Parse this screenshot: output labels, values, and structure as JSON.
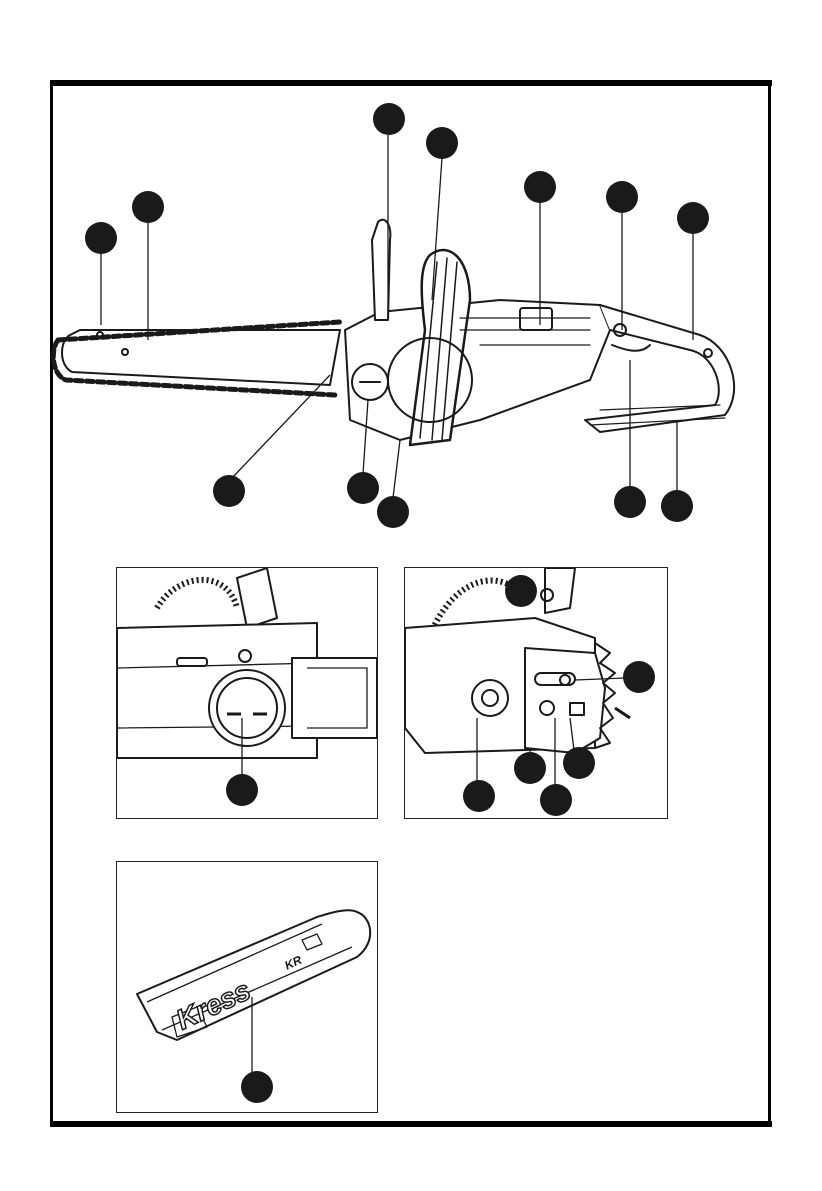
{
  "document": {
    "type": "line-art illustration sheet",
    "brand_text": "Kress",
    "brand_badge": "KR",
    "callout_marker_color": "#1a1a1a",
    "line_color": "#1a1a1a"
  },
  "figures": [
    {
      "name": "chainsaw-overview",
      "callout_count": 12
    },
    {
      "name": "oil-tank-detail",
      "callout_count": 1
    },
    {
      "name": "chain-tensioner-detail",
      "callout_count": 6
    },
    {
      "name": "bar-cover",
      "callout_count": 1
    }
  ]
}
